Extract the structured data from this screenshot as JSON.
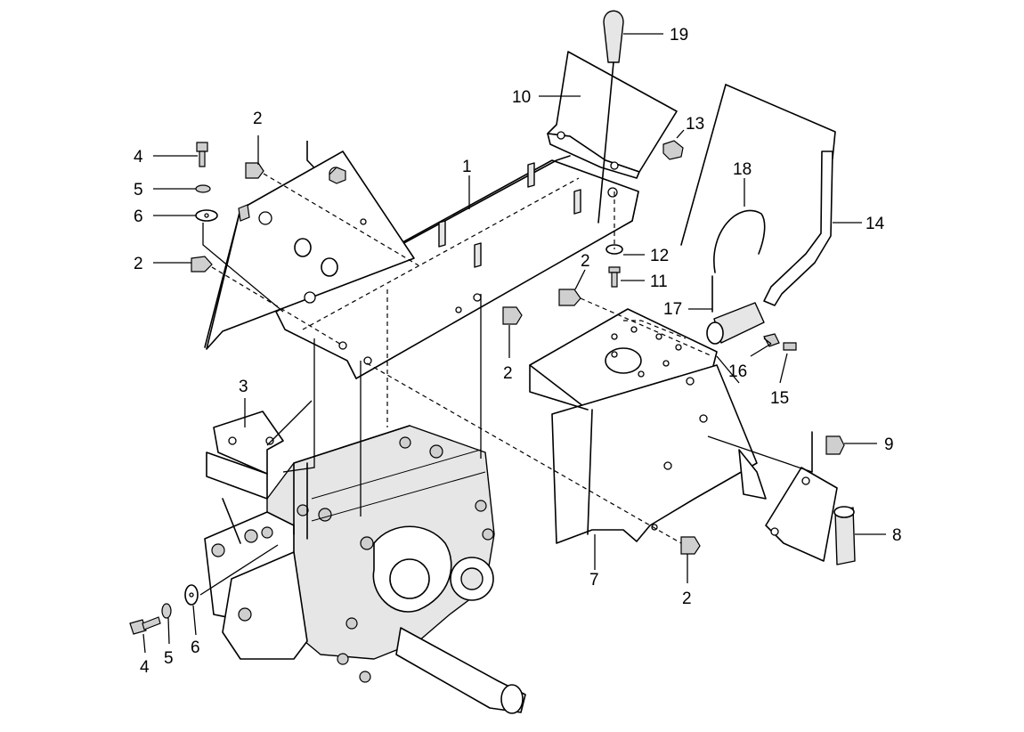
{
  "callouts": [
    {
      "id": "c19",
      "label": "19",
      "part": "shift-knob"
    },
    {
      "id": "c10",
      "label": "10",
      "part": "shift-plate"
    },
    {
      "id": "c13",
      "label": "13",
      "part": "nut"
    },
    {
      "id": "c1",
      "label": "1",
      "part": "main-frame"
    },
    {
      "id": "c2a",
      "label": "2",
      "part": "flange-bolt"
    },
    {
      "id": "c4a",
      "label": "4",
      "part": "bolt"
    },
    {
      "id": "c5a",
      "label": "5",
      "part": "lock-washer"
    },
    {
      "id": "c6a",
      "label": "6",
      "part": "flat-washer"
    },
    {
      "id": "c2b",
      "label": "2",
      "part": "flange-bolt"
    },
    {
      "id": "c18",
      "label": "18",
      "part": "spring-clip"
    },
    {
      "id": "c14",
      "label": "14",
      "part": "shift-lever"
    },
    {
      "id": "c12",
      "label": "12",
      "part": "washer"
    },
    {
      "id": "c11",
      "label": "11",
      "part": "bolt"
    },
    {
      "id": "c2c",
      "label": "2",
      "part": "flange-bolt"
    },
    {
      "id": "c17",
      "label": "17",
      "part": "pin"
    },
    {
      "id": "c2d",
      "label": "2",
      "part": "flange-bolt"
    },
    {
      "id": "c16",
      "label": "16",
      "part": "nut"
    },
    {
      "id": "c15",
      "label": "15",
      "part": "bolt"
    },
    {
      "id": "c3",
      "label": "3",
      "part": "bracket"
    },
    {
      "id": "c9",
      "label": "9",
      "part": "flange-bolt"
    },
    {
      "id": "c8",
      "label": "8",
      "part": "hinge-bracket"
    },
    {
      "id": "c7",
      "label": "7",
      "part": "pedestal-cover"
    },
    {
      "id": "c2e",
      "label": "2",
      "part": "flange-bolt"
    },
    {
      "id": "c4b",
      "label": "4",
      "part": "bolt"
    },
    {
      "id": "c5b",
      "label": "5",
      "part": "lock-washer"
    },
    {
      "id": "c6b",
      "label": "6",
      "part": "flat-washer"
    }
  ],
  "colors": {
    "line": "#000000",
    "background": "#ffffff",
    "metal_shade": "#e6e6e6"
  }
}
